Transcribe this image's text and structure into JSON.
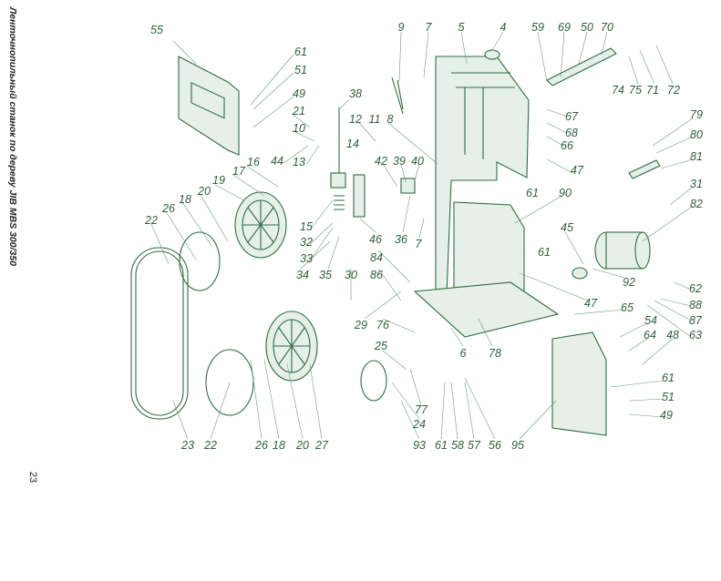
{
  "side_title": "Ленточнопильный станок по дереву JIB MBS 300/350",
  "page_number": "23",
  "colors": {
    "label": "#2f5c3c",
    "line": "#2f6b45"
  },
  "labels": [
    "55",
    "61",
    "51",
    "49",
    "38",
    "21",
    "10",
    "12",
    "11",
    "8",
    "14",
    "44",
    "13",
    "16",
    "17",
    "19",
    "20",
    "18",
    "26",
    "22",
    "42",
    "39",
    "40",
    "15",
    "32",
    "33",
    "34",
    "35",
    "30",
    "86",
    "84",
    "46",
    "36",
    "7",
    "9",
    "7",
    "5",
    "4",
    "59",
    "69",
    "50",
    "70",
    "74",
    "75",
    "71",
    "72",
    "67",
    "68",
    "66",
    "79",
    "80",
    "81",
    "47",
    "61",
    "90",
    "31",
    "82",
    "45",
    "61",
    "92",
    "62",
    "88",
    "87",
    "63",
    "47",
    "65",
    "54",
    "64",
    "48",
    "61",
    "51",
    "49",
    "29",
    "76",
    "25",
    "6",
    "78",
    "77",
    "24",
    "93",
    "61",
    "58",
    "57",
    "56",
    "95",
    "23",
    "22",
    "26",
    "18",
    "20",
    "27"
  ]
}
